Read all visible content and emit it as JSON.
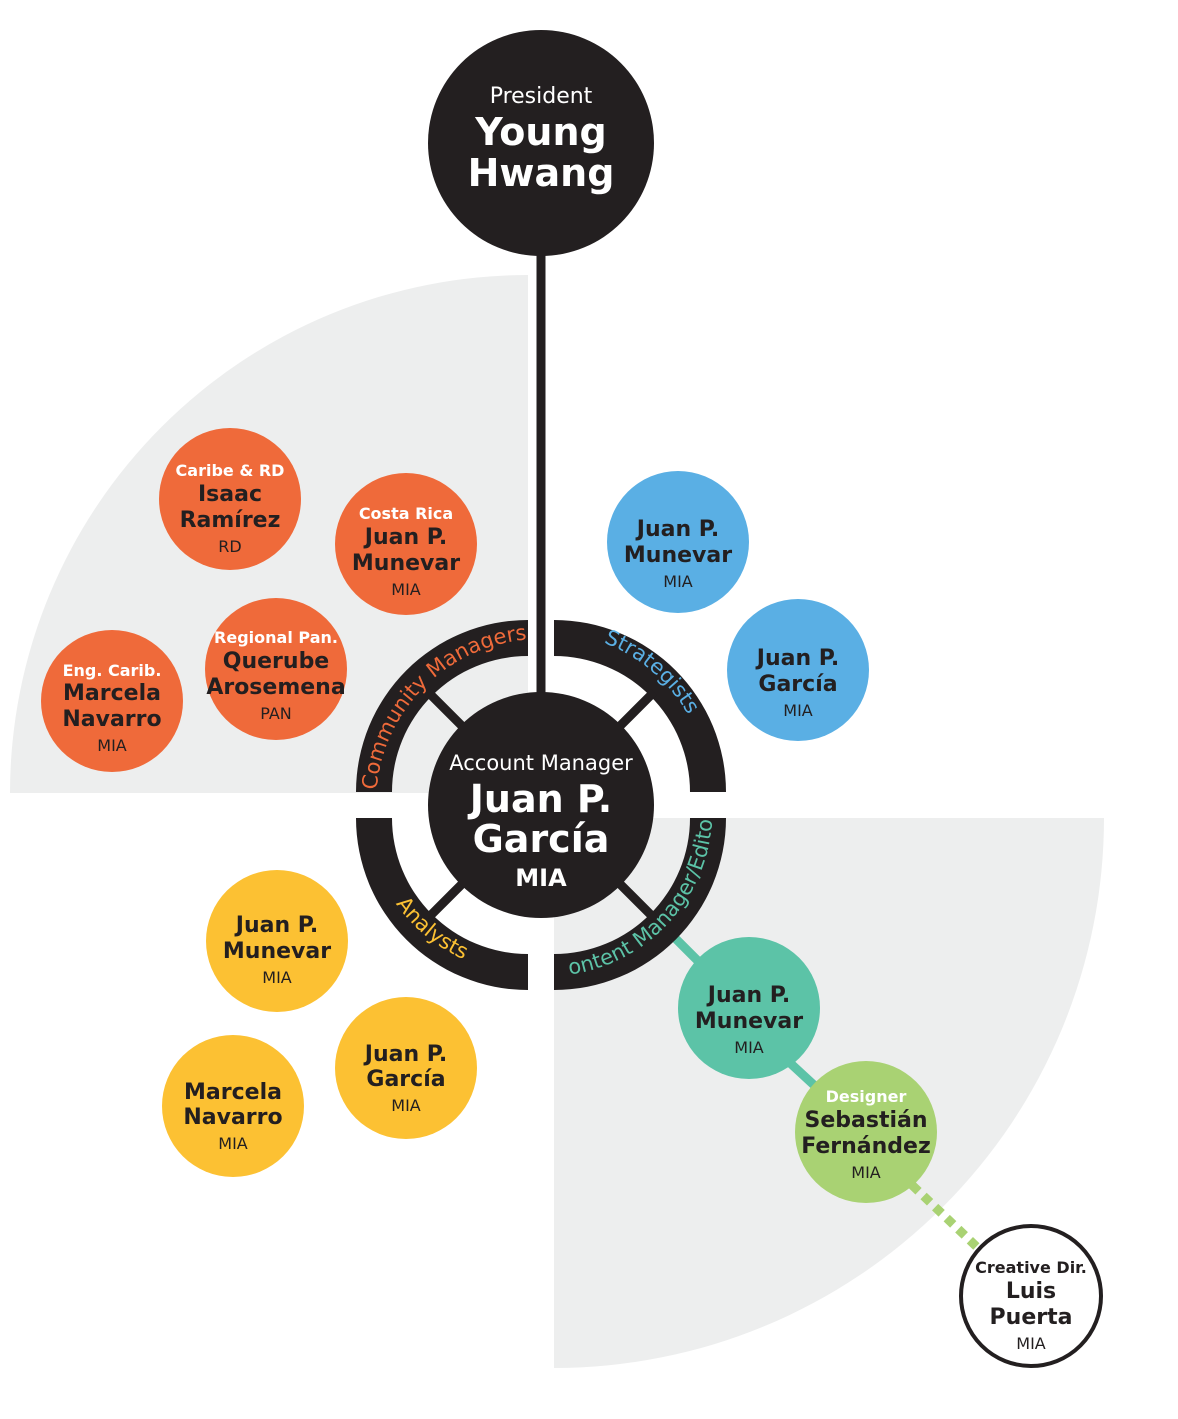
{
  "colors": {
    "background_quadrant": "#edeeee",
    "dark": "#231f20",
    "orange": "#ef6a3a",
    "blue": "#5aafe4",
    "yellow": "#fcc133",
    "teal": "#5cc3a7",
    "green": "#a9d273"
  },
  "president": {
    "role": "President",
    "name_line1": "Young",
    "name_line2": "Hwang"
  },
  "account_manager": {
    "role": "Account Manager",
    "name_line1": "Juan P.",
    "name_line2": "García",
    "location": "MIA"
  },
  "ring_labels": {
    "community_managers": "Community Managers",
    "strategists": "Strategists",
    "analysts": "Analysts",
    "content_manager": "Content Manager/Editor"
  },
  "community_managers": [
    {
      "role": "Caribe & RD",
      "name_line1": "Isaac",
      "name_line2": "Ramírez",
      "location": "RD"
    },
    {
      "role": "Costa Rica",
      "name_line1": "Juan P.",
      "name_line2": "Munevar",
      "location": "MIA"
    },
    {
      "role": "Regional Pan.",
      "name_line1": "Querube",
      "name_line2": "Arosemena",
      "location": "PAN"
    },
    {
      "role": "Eng. Carib.",
      "name_line1": "Marcela",
      "name_line2": "Navarro",
      "location": "MIA"
    }
  ],
  "strategists": [
    {
      "name_line1": "Juan P.",
      "name_line2": "Munevar",
      "location": "MIA"
    },
    {
      "name_line1": "Juan P.",
      "name_line2": "García",
      "location": "MIA"
    }
  ],
  "analysts": [
    {
      "name_line1": "Juan P.",
      "name_line2": "Munevar",
      "location": "MIA"
    },
    {
      "name_line1": "Juan P.",
      "name_line2": "García",
      "location": "MIA"
    },
    {
      "name_line1": "Marcela",
      "name_line2": "Navarro",
      "location": "MIA"
    }
  ],
  "content_chain": {
    "editor": {
      "name_line1": "Juan P.",
      "name_line2": "Munevar",
      "location": "MIA"
    },
    "designer": {
      "role": "Designer",
      "name_line1": "Sebastián",
      "name_line2": "Fernández",
      "location": "MIA"
    },
    "creative_director": {
      "role": "Creative Dir.",
      "name_line1": "Luis",
      "name_line2": "Puerta",
      "location": "MIA"
    }
  }
}
